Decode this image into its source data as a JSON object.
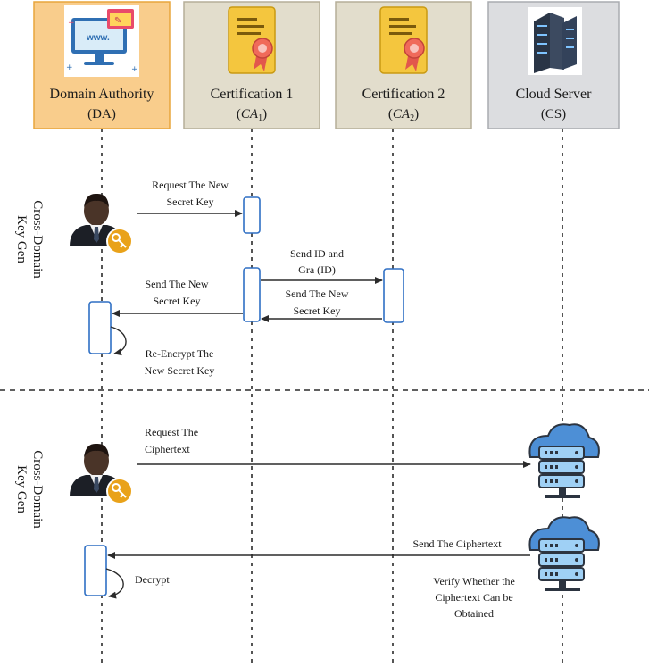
{
  "participants": {
    "da": {
      "title": "Domain Authority",
      "sub": "(DA)"
    },
    "ca1": {
      "title": "Certification 1",
      "sub_open": "(",
      "sub_math": "CA",
      "sub_index": "1",
      "sub_close": ")"
    },
    "ca2": {
      "title": "Certification 2",
      "sub_open": "(",
      "sub_math": "CA",
      "sub_index": "2",
      "sub_close": ")"
    },
    "cs": {
      "title": "Cloud Server",
      "sub": "(CS)"
    }
  },
  "colors": {
    "da_box": "#f9cd8c",
    "da_border": "#e8a53c",
    "ca_box": "#e2ddcc",
    "ca_border": "#b5ae98",
    "cs_box": "#dcdde0",
    "cs_border": "#a9abb0",
    "activation": "#2f6fc4",
    "arrow": "#2b2b2b",
    "server_blue": "#4d8fd6",
    "server_dark": "#2c3440",
    "server_light": "#9fd0f5"
  },
  "sections": {
    "top": {
      "line1": "Cross-Domain",
      "line2": "Key Gen"
    },
    "bottom": {
      "line1": "Cross-Domain",
      "line2": "Key Gen"
    }
  },
  "messages": {
    "m1": {
      "line1": "Request The New",
      "line2": "Secret Key"
    },
    "m2": {
      "line1": "Send ID and",
      "line2": "Gra (ID)"
    },
    "m3": {
      "line1": "Send The New",
      "line2": "Secret Key"
    },
    "m4": {
      "line1": "Send The New",
      "line2": "Secret Key"
    },
    "m5": {
      "line1": "Re-Encrypt The",
      "line2": "New Secret Key"
    },
    "m6": {
      "line1": "Request The",
      "line2": "Ciphertext"
    },
    "m7": {
      "line1": "Send The Ciphertext"
    },
    "m8": {
      "line1": "Decrypt"
    },
    "m9": {
      "line1": "Verify Whether the",
      "line2": "Ciphertext Can be",
      "line3": "Obtained"
    }
  },
  "icons": {
    "monitor": "website-monitor-icon",
    "certificate": "certificate-icon",
    "datacenter": "server-rack-icon",
    "user": "user-with-key-icon",
    "cloud_server": "cloud-server-icon"
  }
}
